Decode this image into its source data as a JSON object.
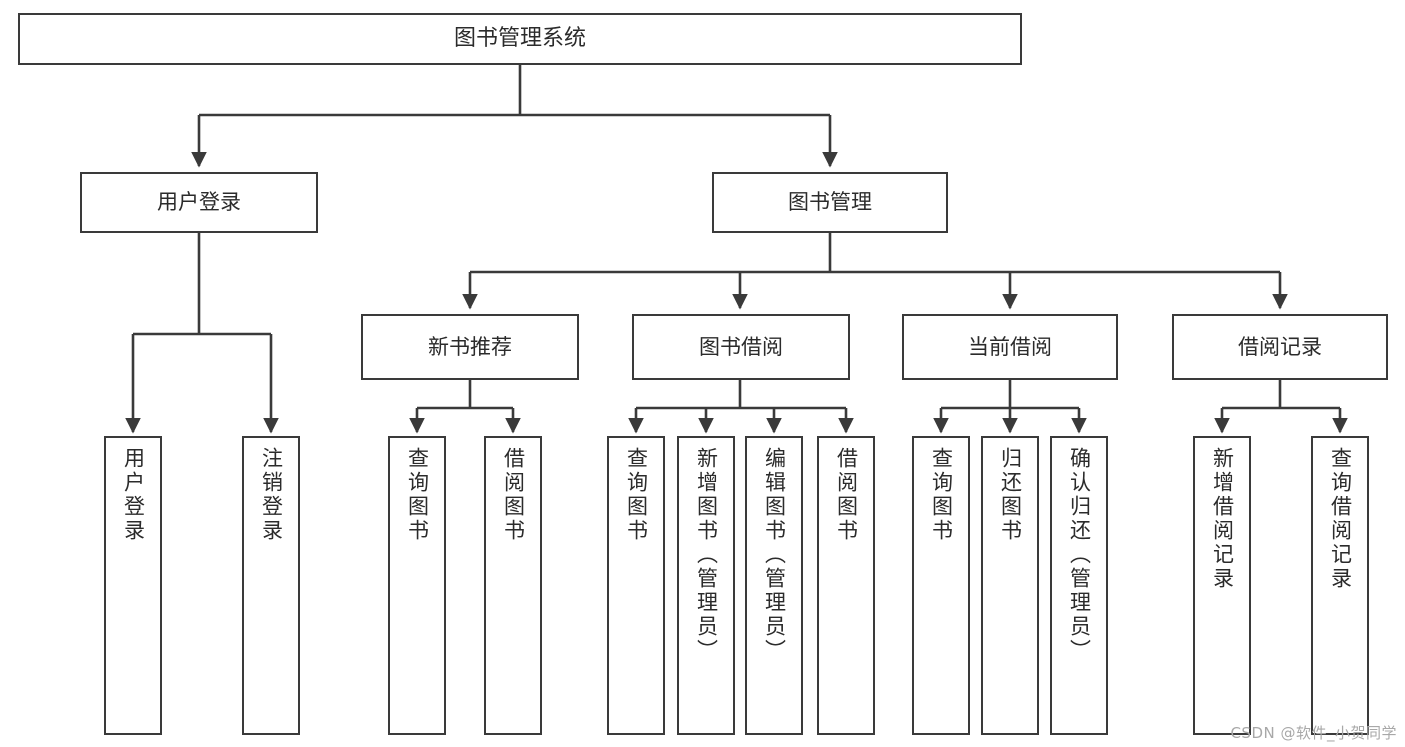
{
  "diagram": {
    "title": "图书管理系统",
    "type": "tree-hierarchy",
    "stroke_color": "#3a3a3a",
    "text_color": "#2b2b2b",
    "background_color": "#ffffff",
    "watermark": "CSDN @软件_小贺同学"
  },
  "nodes": {
    "root": {
      "label": "图书管理系统"
    },
    "level1": [
      {
        "label": "用户登录"
      },
      {
        "label": "图书管理"
      }
    ],
    "level2": [
      {
        "label": "新书推荐"
      },
      {
        "label": "图书借阅"
      },
      {
        "label": "当前借阅"
      },
      {
        "label": "借阅记录"
      }
    ],
    "leaves_user_login": [
      {
        "label": "用户登录"
      },
      {
        "label": "注销登录"
      }
    ],
    "leaves_new_book": [
      {
        "label": "查询图书"
      },
      {
        "label": "借阅图书"
      }
    ],
    "leaves_borrow": [
      {
        "label": "查询图书"
      },
      {
        "label": "新增图书（管理员）"
      },
      {
        "label": "编辑图书（管理员）"
      },
      {
        "label": "借阅图书"
      }
    ],
    "leaves_current": [
      {
        "label": "查询图书"
      },
      {
        "label": "归还图书"
      },
      {
        "label": "确认归还（管理员）"
      }
    ],
    "leaves_record": [
      {
        "label": "新增借阅记录"
      },
      {
        "label": "查询借阅记录"
      }
    ]
  }
}
